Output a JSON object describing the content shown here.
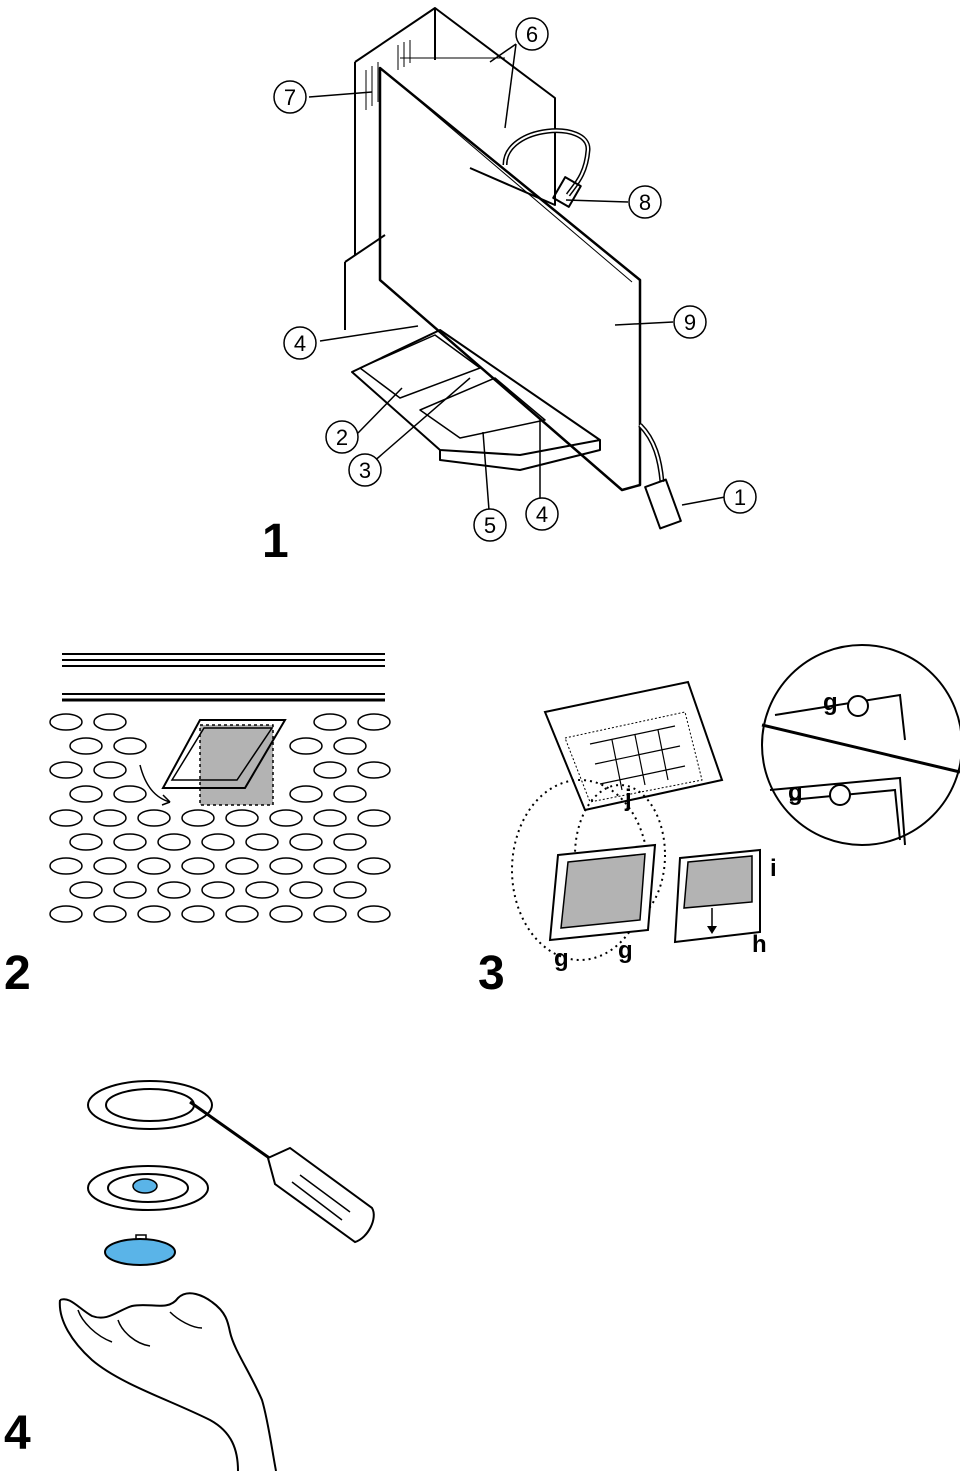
{
  "figures": {
    "fig1": {
      "number": "1",
      "callouts": [
        "1",
        "2",
        "3",
        "4",
        "4",
        "5",
        "6",
        "7",
        "8",
        "9"
      ]
    },
    "fig2": {
      "number": "2"
    },
    "fig3": {
      "number": "3",
      "letters": {
        "g1": "g",
        "g2": "g",
        "g3": "g",
        "g4": "g",
        "h": "h",
        "i": "i",
        "j": "j"
      }
    },
    "fig4": {
      "number": "4"
    }
  },
  "colors": {
    "ink": "#000000",
    "filter_gray": "#b3b3b3",
    "lamp_blue": "#5ab4e8"
  },
  "icons": [
    "hood-appliance",
    "grease-filter",
    "carbon-filter",
    "lamp-cover",
    "screwdriver",
    "hand"
  ]
}
